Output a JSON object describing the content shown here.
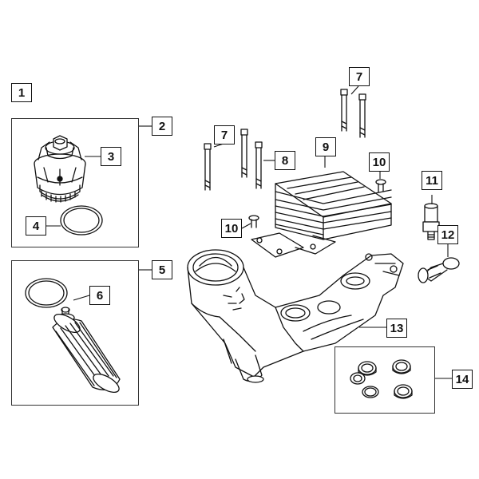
{
  "diagram": {
    "callouts": [
      {
        "id": "c1",
        "label": "1"
      },
      {
        "id": "c2",
        "label": "2"
      },
      {
        "id": "c3",
        "label": "3"
      },
      {
        "id": "c4",
        "label": "4"
      },
      {
        "id": "c5",
        "label": "5"
      },
      {
        "id": "c6",
        "label": "6"
      },
      {
        "id": "c7a",
        "label": "7"
      },
      {
        "id": "c7b",
        "label": "7"
      },
      {
        "id": "c8",
        "label": "8"
      },
      {
        "id": "c9",
        "label": "9"
      },
      {
        "id": "c10a",
        "label": "10"
      },
      {
        "id": "c10b",
        "label": "10"
      },
      {
        "id": "c11",
        "label": "11"
      },
      {
        "id": "c12",
        "label": "12"
      },
      {
        "id": "c13",
        "label": "13"
      },
      {
        "id": "c14",
        "label": "14"
      }
    ]
  }
}
